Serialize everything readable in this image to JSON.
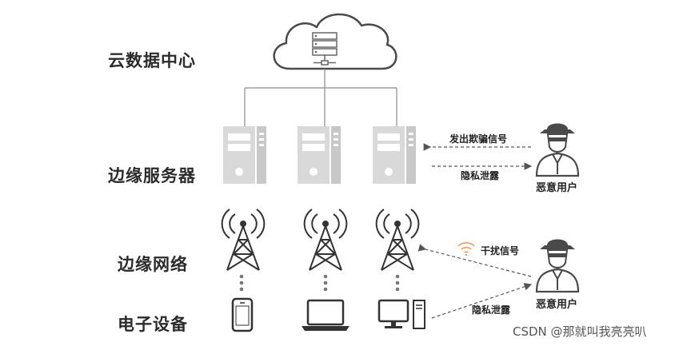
{
  "layers": {
    "cloud": "云数据中心",
    "edge_server": "边缘服务器",
    "edge_network": "边缘网络",
    "device": "电子设备"
  },
  "annotations": {
    "spoof_signal": "发出欺骗信号",
    "privacy_leak_server": "隐私泄露",
    "jamming_signal": "干扰信号",
    "privacy_leak_device": "隐私泄露"
  },
  "attackers": {
    "top_label": "恶意用户",
    "bottom_label": "恶意用户"
  },
  "watermark": "CSDN @那就叫我亮亮叭",
  "icons": {
    "cloud": "cloud-icon",
    "server": "server-tower-icon",
    "tower": "cell-tower-icon",
    "phone": "smartphone-icon",
    "laptop": "laptop-icon",
    "desktop": "desktop-computer-icon",
    "attacker": "hacker-icon",
    "wifi": "wifi-signal-icon"
  },
  "colors": {
    "line": "#8a8a8a",
    "server_fill": "#d9d9d9",
    "server_dark": "#bdbdbd",
    "icon_dark": "#333333",
    "attacker": "#4a4a4a"
  }
}
